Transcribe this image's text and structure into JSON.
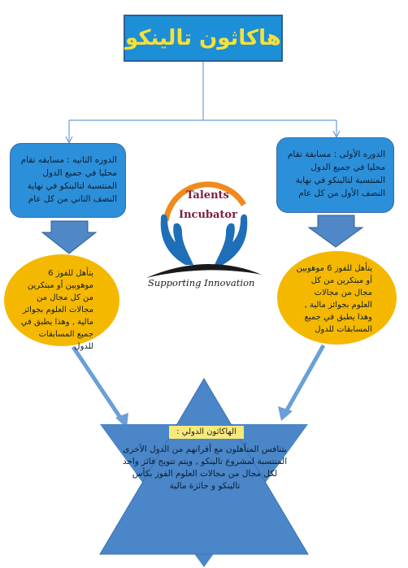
{
  "title": "هاكاثون تالينكو",
  "stage_left": "الدوره الثانيه : مسابقه تقام محليا في جميع الدول المنتسبة لتالينكو في نهاية النصف الثاني من كل عام",
  "stage_right": "الدوره الأولى : مسابقة تقام محليا في جميع الدول المنتسبة لتالينكو في نهاية النصف الأول من كل عام",
  "oval_left": "يتأهل للفوز 6 موهوبين أو مبتكرين من كل مجال من مجالات العلوم بجوائز مالية , وهذا يطبق في جميع المسابقات للدول",
  "oval_right": "يتأهل للفوز 6 موهوبين أو مبتكرين من كل مجال من مجالات العلوم بجوائز مالية , وهذا يطبق في جميع المسابقات للدول",
  "star_label": "الهاكاثون الدولي :",
  "star_text": "يتنافس المتأهلون مع أقرانهم من الدول الأخرى المنتسبة لمشروع تالينكو , ويتم تتويج فائز واحد لكل مجال من مجالات العلوم الفوز بكأس تالينكو و جائزة مالية",
  "logo": {
    "line1": "Talents",
    "line2": "Incubator",
    "tagline": "Supporting Innovation"
  },
  "colors": {
    "box_blue": "#2c8fd9",
    "title_yellow": "#f6e03a",
    "oval_orange": "#f5b800",
    "star_blue": "#4a86c8",
    "arrow_blue": "#4f87c7"
  }
}
